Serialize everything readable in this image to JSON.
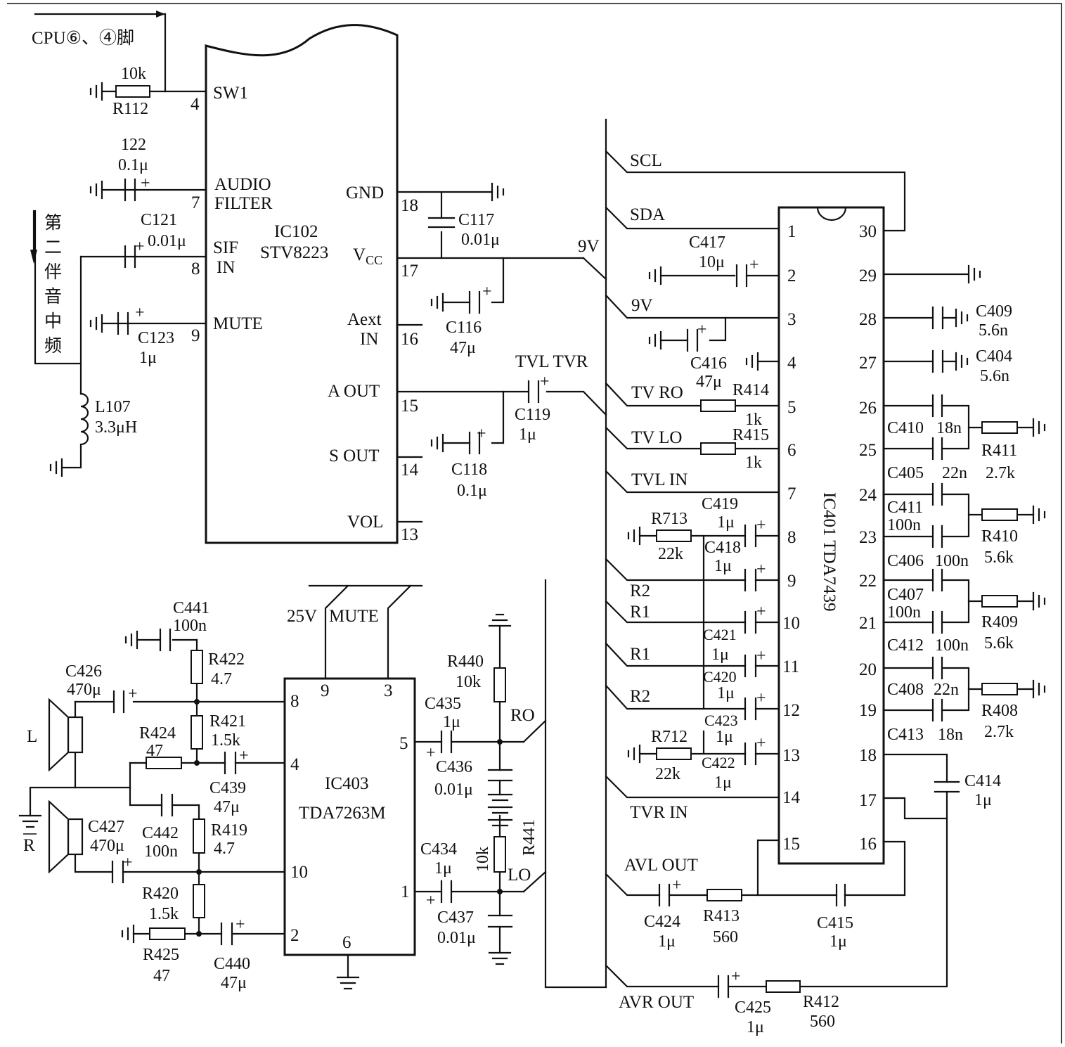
{
  "diagram": {
    "ic102": {
      "name": "IC102",
      "part": "STV8223",
      "pin_labels": {
        "sw1": "SW1",
        "audio": "AUDIO",
        "filter": "FILTER",
        "sif": "SIF",
        "in": "IN",
        "mute": "MUTE",
        "gnd": "GND",
        "vcc": "V",
        "vcc_sub": "CC",
        "aext": "Aext",
        "aext_in": "IN",
        "aout": "A OUT",
        "sout": "S OUT",
        "vol": "VOL"
      },
      "pins": {
        "p4": "4",
        "p7": "7",
        "p8": "8",
        "p9": "9",
        "p18": "18",
        "p17": "17",
        "p16": "16",
        "p15": "15",
        "p14": "14",
        "p13": "13"
      }
    },
    "ic401": {
      "name": "IC401  TDA7439",
      "left_pins": [
        "1",
        "2",
        "3",
        "4",
        "5",
        "6",
        "7",
        "8",
        "9",
        "10",
        "11",
        "12",
        "13",
        "14",
        "15"
      ],
      "right_pins": [
        "30",
        "29",
        "28",
        "27",
        "26",
        "25",
        "24",
        "23",
        "22",
        "21",
        "20",
        "19",
        "18",
        "17",
        "16"
      ]
    },
    "ic403": {
      "name": "IC403",
      "part": "TDA7263M",
      "pins": {
        "p9": "9",
        "p3": "3",
        "p8": "8",
        "p4": "4",
        "p10": "10",
        "p2": "2",
        "p6": "6",
        "p5": "5",
        "p1": "1"
      }
    },
    "signals": {
      "cpu": "CPU⑥、④脚",
      "sif_input": [
        "第",
        "二",
        "伴",
        "音",
        "中",
        "频"
      ],
      "scl": "SCL",
      "sda": "SDA",
      "v9a": "9V",
      "v9b": "9V",
      "tvl_tvr": "TVL TVR",
      "tv_ro": "TV RO",
      "tv_lo": "TV LO",
      "tvl_in": "TVL IN",
      "r2a": "R2",
      "r1a": "R1",
      "r1b": "R1",
      "r2b": "R2",
      "tvr_in": "TVR IN",
      "avl_out": "AVL OUT",
      "avr_out": "AVR OUT",
      "v25": "25V",
      "mute": "MUTE",
      "ro": "RO",
      "lo": "LO",
      "spk_l": "L",
      "spk_r": "R"
    },
    "components": {
      "r112": {
        "v": "10k",
        "ref": "R112"
      },
      "c122": {
        "ref": "122",
        "v": "0.1μ"
      },
      "c121": {
        "ref": "C121",
        "v": "0.01μ"
      },
      "c123": {
        "ref": "C123",
        "v": "1μ"
      },
      "l107": {
        "ref": "L107",
        "v": "3.3μH"
      },
      "c117": {
        "ref": "C117",
        "v": "0.01μ"
      },
      "c116": {
        "ref": "C116",
        "v": "47μ"
      },
      "c119": {
        "ref": "C119",
        "v": "1μ"
      },
      "c118": {
        "ref": "C118",
        "v": "0.1μ"
      },
      "c417": {
        "ref": "C417",
        "v": "10μ"
      },
      "c416": {
        "ref": "C416",
        "v": "47μ"
      },
      "r414": {
        "ref": "R414",
        "v": "1k"
      },
      "r415": {
        "ref": "R415",
        "v": "1k"
      },
      "r713": {
        "ref": "R713",
        "v": "22k"
      },
      "c419": {
        "ref": "C419",
        "v": "1μ"
      },
      "c418": {
        "ref": "C418",
        "v": "1μ"
      },
      "c421": {
        "ref": "C421",
        "v": "1μ"
      },
      "c420": {
        "ref": "C420",
        "v": "1μ"
      },
      "c423": {
        "ref": "C423",
        "v": "1μ"
      },
      "r712": {
        "ref": "R712",
        "v": "22k"
      },
      "c422": {
        "ref": "C422",
        "v": "1μ"
      },
      "c409": {
        "ref": "C409",
        "v": "5.6n"
      },
      "c404": {
        "ref": "C404",
        "v": "5.6n"
      },
      "c410": {
        "ref": "C410",
        "v": "18n"
      },
      "r411": {
        "ref": "R411",
        "v": "2.7k"
      },
      "c405": {
        "ref": "C405",
        "v": "22n"
      },
      "c411": {
        "ref": "C411",
        "v": "100n"
      },
      "r410": {
        "ref": "R410",
        "v": "5.6k"
      },
      "c406": {
        "ref": "C406",
        "v": "100n"
      },
      "c407": {
        "ref": "C407",
        "v": "100n"
      },
      "r409": {
        "ref": "R409",
        "v": "5.6k"
      },
      "c412": {
        "ref": "C412",
        "v": "100n"
      },
      "c408": {
        "ref": "C408",
        "v": "22n"
      },
      "r408": {
        "ref": "R408",
        "v": "2.7k"
      },
      "c413": {
        "ref": "C413",
        "v": "18n"
      },
      "c414": {
        "ref": "C414",
        "v": "1μ"
      },
      "c424": {
        "ref": "C424",
        "v": "1μ"
      },
      "r413": {
        "ref": "R413",
        "v": "560"
      },
      "c415": {
        "ref": "C415",
        "v": "1μ"
      },
      "c425": {
        "ref": "C425",
        "v": "1μ"
      },
      "r412": {
        "ref": "R412",
        "v": "560"
      },
      "c441": {
        "ref": "C441",
        "v": "100n"
      },
      "r422": {
        "ref": "R422",
        "v": "4.7"
      },
      "c426": {
        "ref": "C426",
        "v": "470μ"
      },
      "r421": {
        "ref": "R421",
        "v": "1.5k"
      },
      "r424": {
        "ref": "R424",
        "v": "47"
      },
      "c439": {
        "ref": "C439",
        "v": "47μ"
      },
      "c442": {
        "ref": "C442",
        "v": "100n"
      },
      "r419": {
        "ref": "R419",
        "v": "4.7"
      },
      "c427": {
        "ref": "C427",
        "v": "470μ"
      },
      "r420": {
        "ref": "R420",
        "v": "1.5k"
      },
      "r425": {
        "ref": "R425",
        "v": "47"
      },
      "c440": {
        "ref": "C440",
        "v": "47μ"
      },
      "r440": {
        "ref": "R440",
        "v": "10k"
      },
      "c435": {
        "ref": "C435",
        "v": "1μ"
      },
      "c436": {
        "ref": "C436",
        "v": "0.01μ"
      },
      "r441": {
        "ref": "R441",
        "v": "10k"
      },
      "c434": {
        "ref": "C434",
        "v": "1μ"
      },
      "c437": {
        "ref": "C437",
        "v": "0.01μ"
      }
    },
    "plus": "+"
  }
}
